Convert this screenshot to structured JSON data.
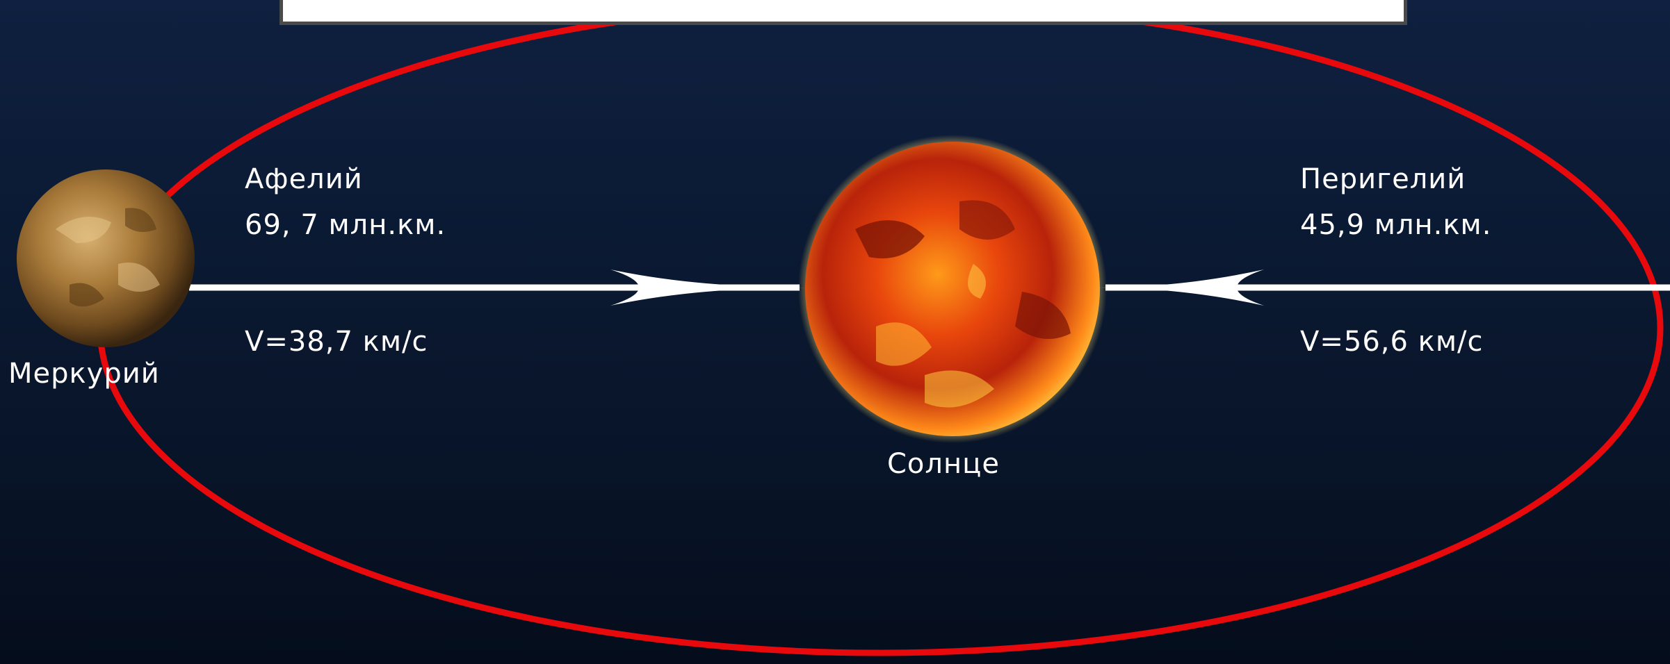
{
  "top_box": {
    "text": ""
  },
  "planet": {
    "name": "Меркурий",
    "aphelion_label": "Афелий",
    "aphelion_distance": "69, 7 млн.км.",
    "aphelion_speed": "V=38,7 км/с"
  },
  "sun": {
    "name": "Солнце"
  },
  "perihelion": {
    "label": "Перигелий",
    "distance": "45,9 млн.км.",
    "speed": "V=56,6 км/с"
  },
  "colors": {
    "orbit": "#e8090d",
    "arrows": "#ffffff",
    "background_top": "#0f2040",
    "background_bottom": "#050d1c"
  }
}
